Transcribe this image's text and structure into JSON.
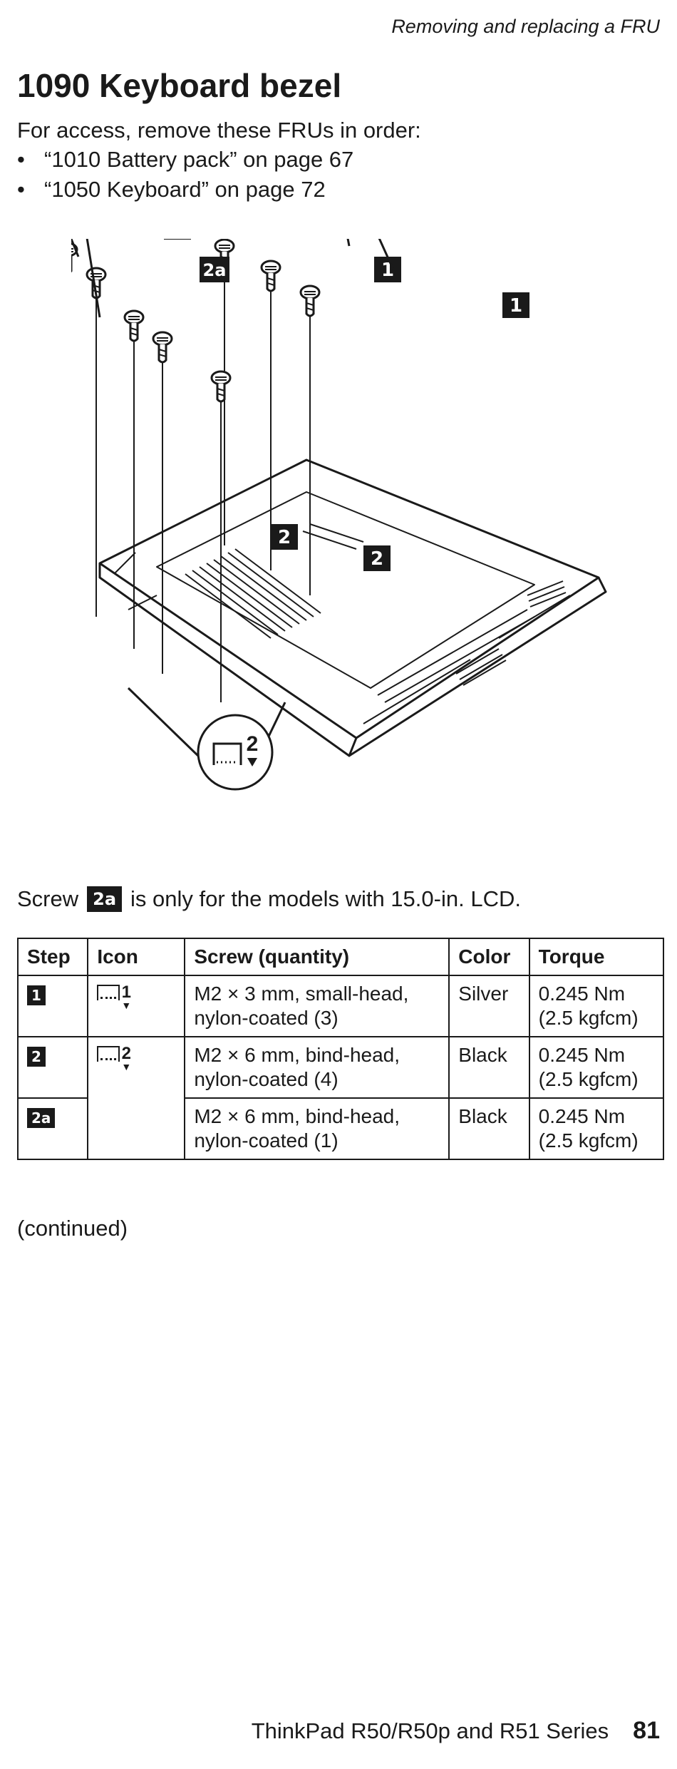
{
  "header": {
    "running_title": "Removing and replacing a FRU"
  },
  "section": {
    "title": "1090 Keyboard bezel"
  },
  "intro": {
    "text": "For access, remove these FRUs in order:",
    "items": [
      {
        "bullet": "•",
        "text": "“1010 Battery pack” on page 67"
      },
      {
        "bullet": "•",
        "text": "“1050 Keyboard” on page 72"
      }
    ]
  },
  "figure": {
    "callouts": [
      "2",
      "2",
      "2a",
      "2",
      "2",
      "1",
      "1",
      "1"
    ],
    "bubbles": [
      "2",
      "1",
      "2"
    ]
  },
  "note": {
    "pre": "Screw",
    "step": "2a",
    "post": "is only for the models with 15.0-in. LCD."
  },
  "table": {
    "headers": [
      "Step",
      "Icon",
      "Screw (quantity)",
      "Color",
      "Torque"
    ],
    "rows": [
      {
        "step": "1",
        "icon_num": "1",
        "screw_line1": "M2 × 3 mm, small-head,",
        "screw_line2": "nylon-coated (3)",
        "color": "Silver",
        "torque_line1": "0.245 Nm",
        "torque_line2": "(2.5 kgfcm)"
      },
      {
        "step": "2",
        "icon_num": "2",
        "screw_line1": "M2 × 6 mm, bind-head,",
        "screw_line2": "nylon-coated (4)",
        "color": "Black",
        "torque_line1": "0.245 Nm",
        "torque_line2": "(2.5 kgfcm)"
      },
      {
        "step": "2a",
        "icon_num": "",
        "screw_line1": "M2 × 6 mm, bind-head,",
        "screw_line2": "nylon-coated (1)",
        "color": "Black",
        "torque_line1": "0.245 Nm",
        "torque_line2": "(2.5 kgfcm)"
      }
    ]
  },
  "continued": "(continued)",
  "footer": {
    "series": "ThinkPad R50/R50p and R51 Series",
    "page": "81"
  }
}
